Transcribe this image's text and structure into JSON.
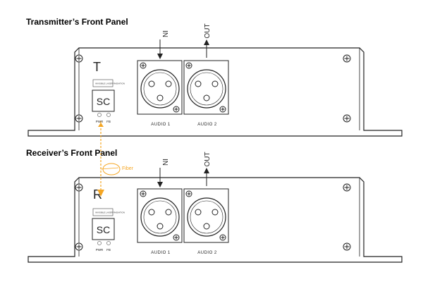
{
  "diagram": {
    "transmitter": {
      "title": "Transmitter’s Front Panel",
      "letter": "T",
      "connector": "SC",
      "laser_label": "INVISIBLE LASER RADIATION",
      "led_left": "PWR",
      "led_right": "FB",
      "audio_in_label": "AUDIO 1",
      "audio_out_label": "AUDIO 2",
      "arrow_in": "IN",
      "arrow_out": "OUT"
    },
    "receiver": {
      "title": "Receiver’s Front Panel",
      "letter": "R",
      "connector": "SC",
      "laser_label": "INVISIBLE LASER RADIATION",
      "led_left": "PWR",
      "led_right": "FB",
      "audio_in_label": "AUDIO 1",
      "audio_out_label": "AUDIO 2",
      "arrow_in": "IN",
      "arrow_out": "OUT"
    },
    "fiber_label": "Fiber",
    "colors": {
      "fiber": "#f5a623",
      "line": "#222222",
      "panel_fill": "#ffffff"
    }
  }
}
